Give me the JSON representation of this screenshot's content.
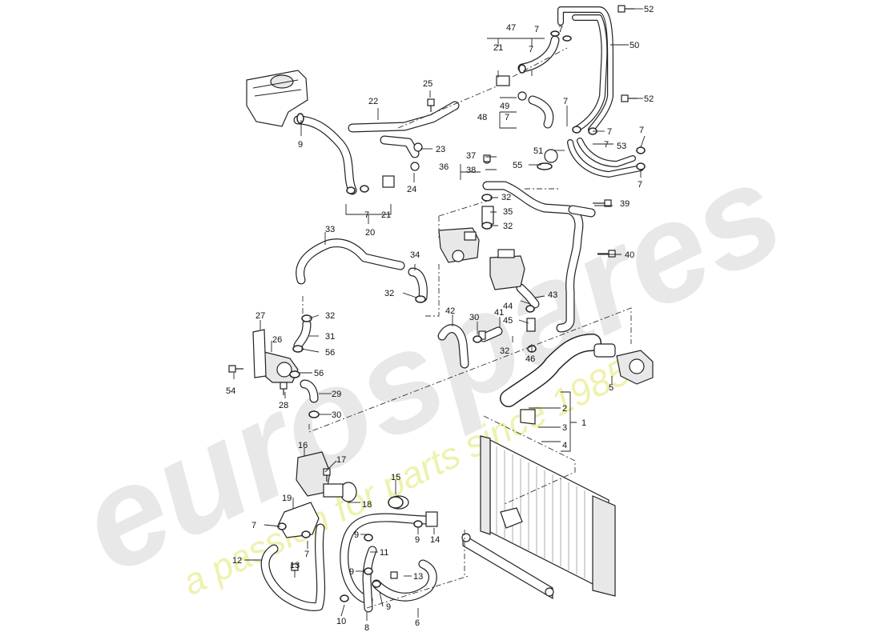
{
  "watermark": {
    "brand": "eurospares",
    "tagline": "a passion for parts since 1985",
    "brand_color": "#d6d6d6",
    "tagline_color": "#eef0a6"
  },
  "callouts": {
    "c1": "1",
    "c2": "2",
    "c3": "3",
    "c4": "4",
    "c5": "5",
    "c6": "6",
    "c7a": "7",
    "c7b": "7",
    "c7c": "7",
    "c7d": "7",
    "c7e": "7",
    "c7f": "7",
    "c7g": "7",
    "c7h": "7",
    "c7i": "7",
    "c7j": "7",
    "c7k": "7",
    "c7l": "7",
    "c8": "8",
    "c9a": "9",
    "c9b": "9",
    "c9c": "9",
    "c9d": "9",
    "c9e": "9",
    "c10": "10",
    "c11": "11",
    "c12": "12",
    "c13a": "13",
    "c13b": "13",
    "c14": "14",
    "c15": "15",
    "c16": "16",
    "c17": "17",
    "c18": "18",
    "c19": "19",
    "c20": "20",
    "c21a": "21",
    "c21b": "21",
    "c22": "22",
    "c23": "23",
    "c24": "24",
    "c25": "25",
    "c26": "26",
    "c27": "27",
    "c28": "28",
    "c29": "29",
    "c30a": "30",
    "c30b": "30",
    "c31": "31",
    "c32a": "32",
    "c32b": "32",
    "c32c": "32",
    "c32d": "32",
    "c32e": "32",
    "c33": "33",
    "c34": "34",
    "c35": "35",
    "c36": "36",
    "c37": "37",
    "c38": "38",
    "c39": "39",
    "c40": "40",
    "c41": "41",
    "c42": "42",
    "c43": "43",
    "c44": "44",
    "c45": "45",
    "c46": "46",
    "c47": "47",
    "c48": "48",
    "c49": "49",
    "c50": "50",
    "c51": "51",
    "c52a": "52",
    "c52b": "52",
    "c53": "53",
    "c54": "54",
    "c55": "55",
    "c56a": "56",
    "c56b": "56"
  }
}
